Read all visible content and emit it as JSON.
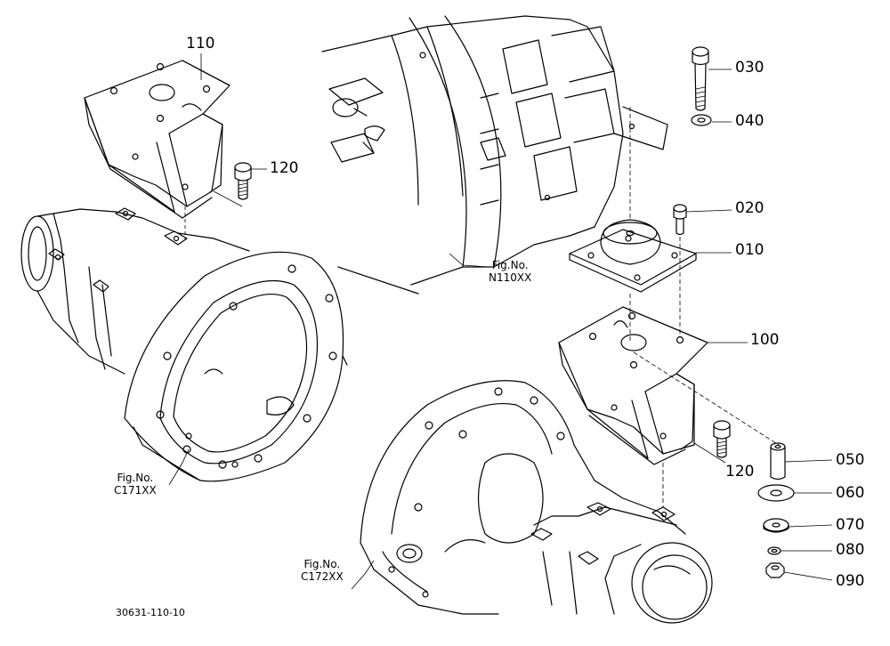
{
  "diagram": {
    "part_labels": {
      "p110": "110",
      "p120a": "120",
      "p030": "030",
      "p040": "040",
      "p020": "020",
      "p010": "010",
      "p100": "100",
      "p120b": "120",
      "p050": "050",
      "p060": "060",
      "p070": "070",
      "p080": "080",
      "p090": "090"
    },
    "figure_refs": {
      "n110": {
        "line1": "Fig.No.",
        "line2": "N110XX"
      },
      "c171": {
        "line1": "Fig.No.",
        "line2": "C171XX"
      },
      "c172": {
        "line1": "Fig.No.",
        "line2": "C172XX"
      }
    },
    "drawing_code": "30631-110-10"
  }
}
